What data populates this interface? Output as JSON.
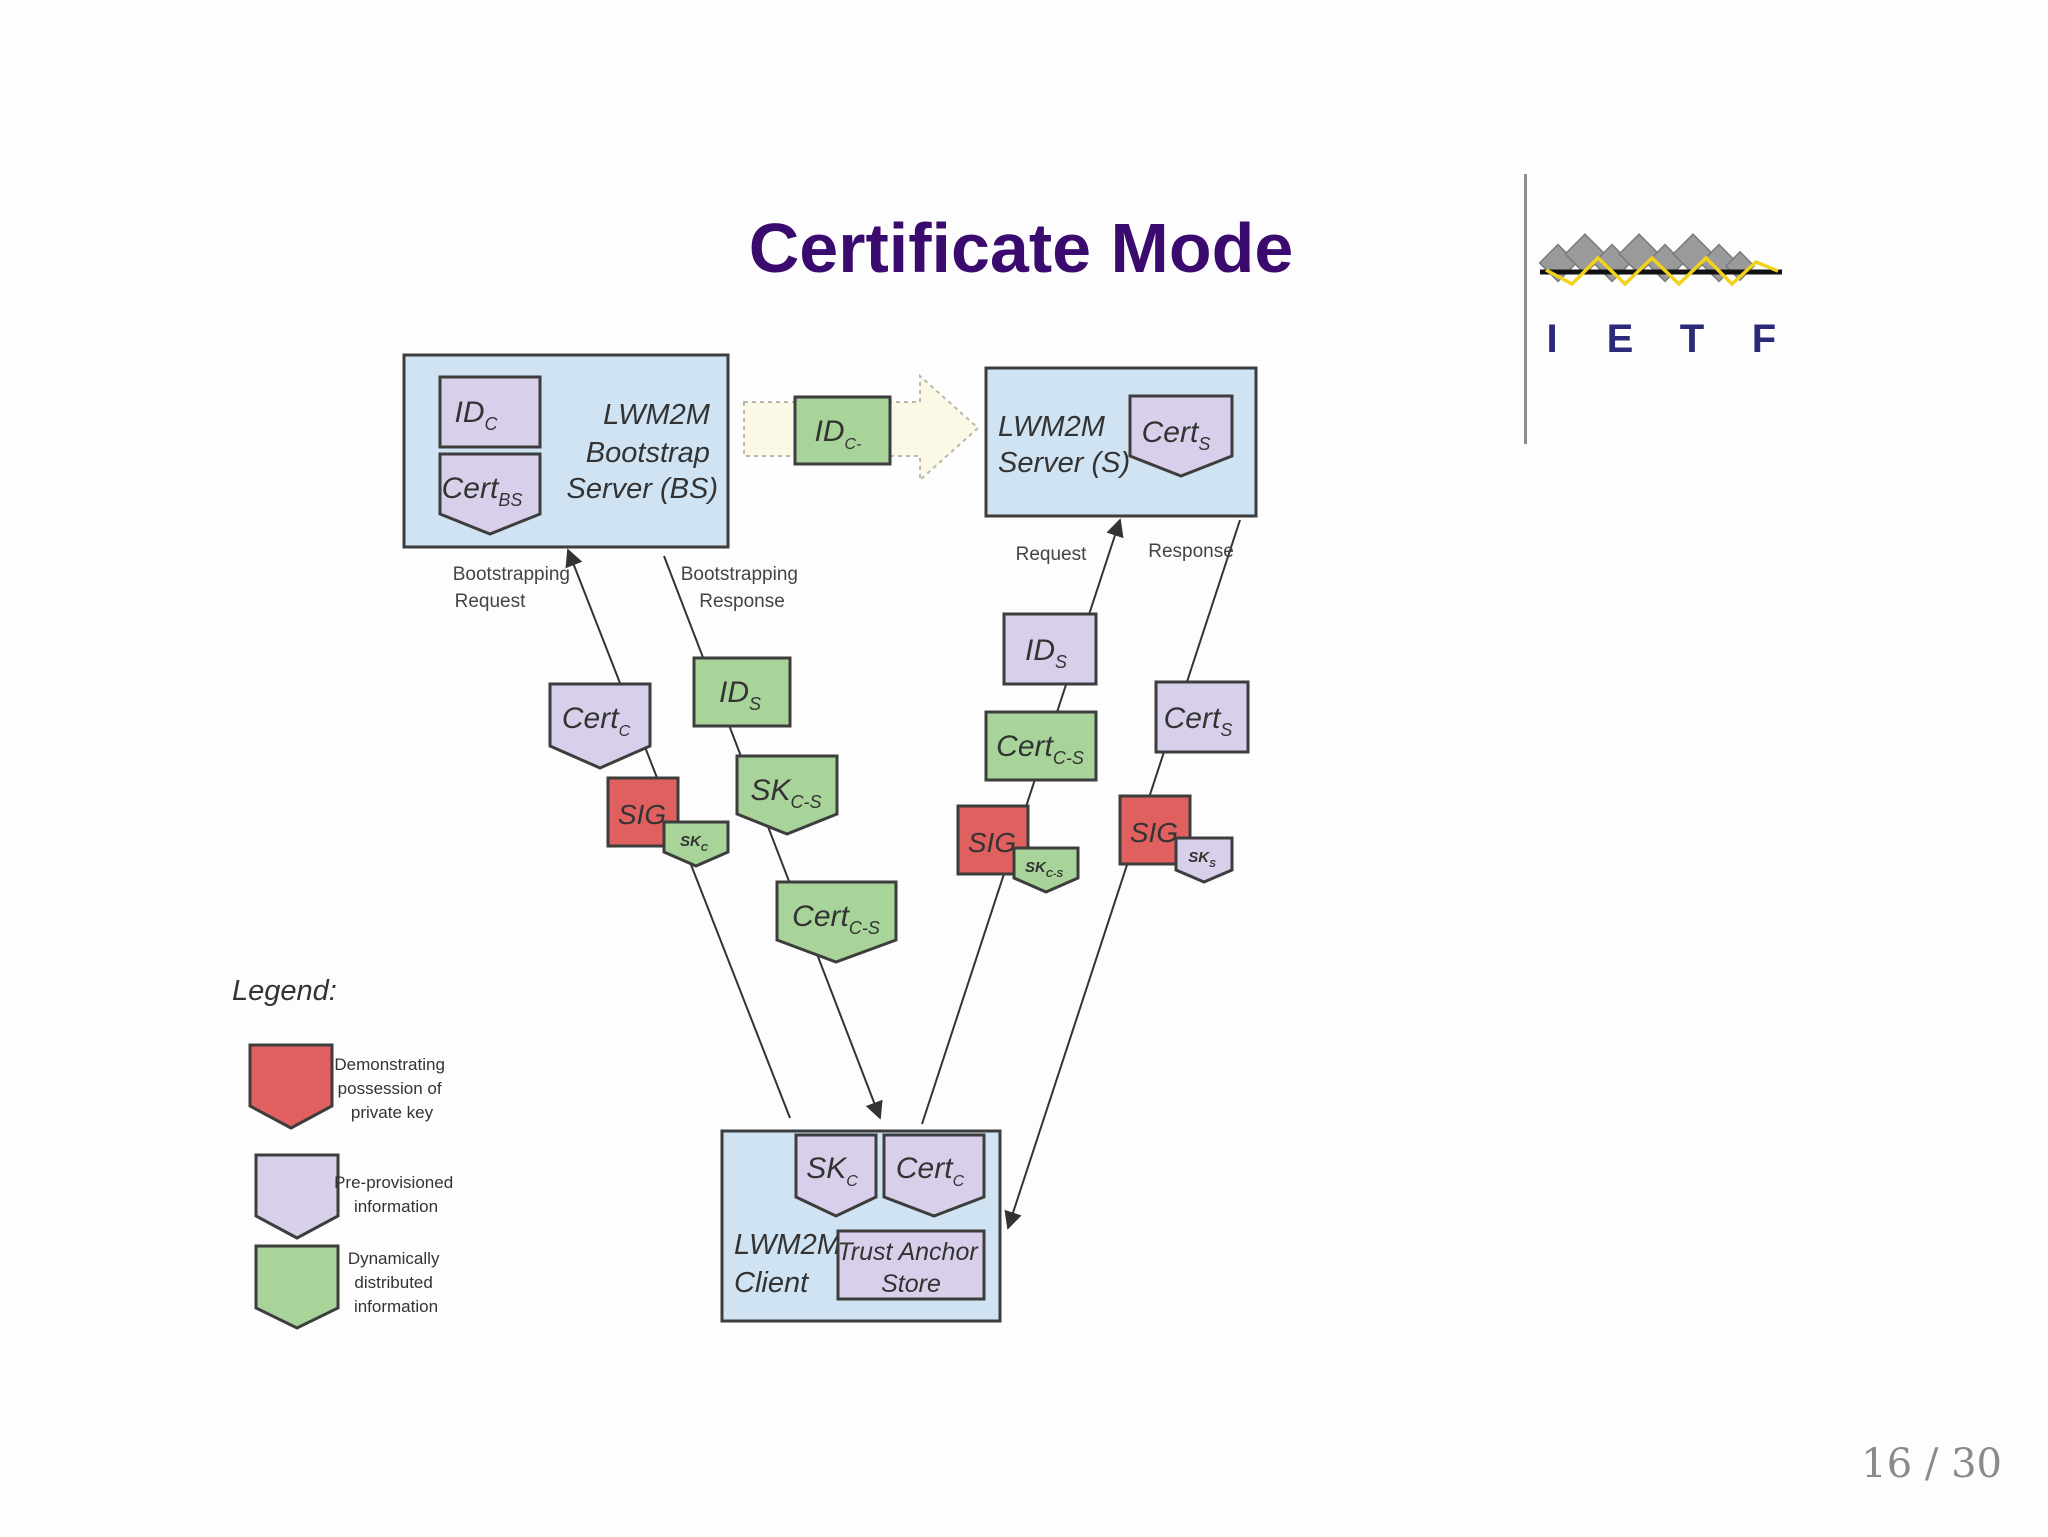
{
  "title": "Certificate Mode",
  "logo": {
    "letters": [
      "I",
      "E",
      "T",
      "F"
    ]
  },
  "page_number": "16 / 30",
  "colors": {
    "title": "#3b0a6e",
    "box_fill": "#cfe3f3",
    "pre_provisioned": "#d8d0ea",
    "dynamic": "#a8d49a",
    "possession": "#e06060",
    "logo_diamond": "#9a9a9a",
    "logo_zigzag": "#f2d21a"
  },
  "entities": {
    "bootstrap_server": {
      "lines": [
        "LWM2M",
        "Bootstrap",
        "Server (BS)"
      ]
    },
    "lwm2m_server": {
      "lines": [
        "LWM2M",
        "Server (S)"
      ]
    },
    "client": {
      "lines": [
        "LWM2M",
        "Client"
      ],
      "trust_anchor": [
        "Trust Anchor",
        "Store"
      ]
    }
  },
  "labels": {
    "bootstrapping_request": [
      "Bootstrapping",
      "Request"
    ],
    "bootstrapping_response": [
      "Bootstrapping",
      "Response"
    ],
    "request": "Request",
    "response": "Response"
  },
  "tokens": {
    "id": "ID",
    "cert": "Cert",
    "sk": "SK",
    "sig": "SIG",
    "sub_c": "C",
    "sub_c_dash": "C-",
    "sub_bs": "BS",
    "sub_s": "S",
    "sub_cs": "C-S"
  },
  "legend": {
    "title": "Legend:",
    "items": [
      {
        "kind": "possession",
        "lines": [
          "Demonstrating",
          "possession of",
          "private key"
        ]
      },
      {
        "kind": "pre_provisioned",
        "lines": [
          "Pre-provisioned",
          "information"
        ]
      },
      {
        "kind": "dynamic",
        "lines": [
          "Dynamically",
          "distributed",
          "information"
        ]
      }
    ]
  }
}
